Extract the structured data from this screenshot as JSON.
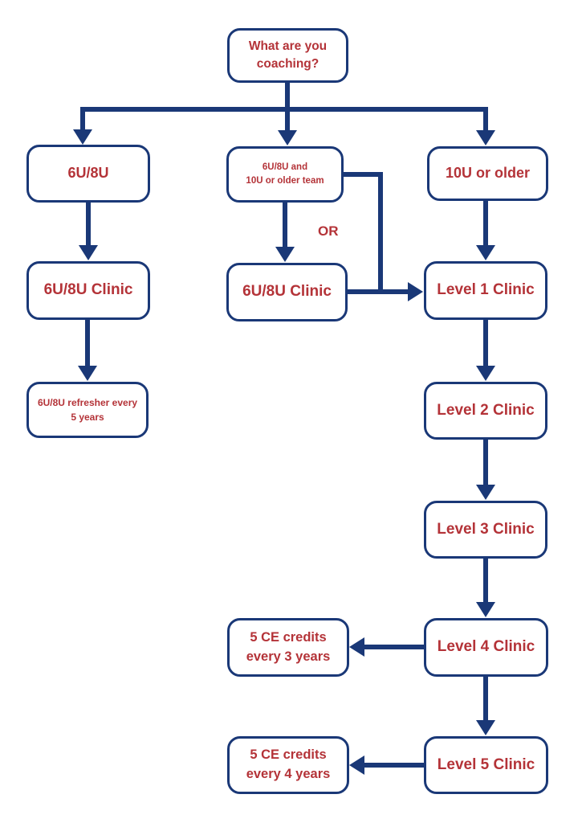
{
  "colors": {
    "navy": "#1a3877",
    "red": "#b43338",
    "background": "#ffffff"
  },
  "nodes": {
    "question": {
      "label": "What are you coaching?"
    },
    "age_6u8u": {
      "label": "6U/8U"
    },
    "age_combo": {
      "lines": [
        "6U/8U  and",
        "10U or older team"
      ]
    },
    "age_10u": {
      "label": "10U or older"
    },
    "clinic_6u8u_left": {
      "label": "6U/8U Clinic"
    },
    "clinic_6u8u_mid": {
      "label": "6U/8U Clinic"
    },
    "refresher": {
      "lines": [
        "6U/8U refresher every",
        "5 years"
      ]
    },
    "level1": {
      "label": "Level 1 Clinic"
    },
    "level2": {
      "label": "Level 2 Clinic"
    },
    "level3": {
      "label": "Level 3 Clinic"
    },
    "level4": {
      "label": "Level 4 Clinic"
    },
    "level5": {
      "label": "Level 5 Clinic"
    },
    "ce_3yr": {
      "lines": [
        "5 CE credits",
        "every 3 years"
      ]
    },
    "ce_4yr": {
      "lines": [
        "5 CE credits",
        "every 4 years"
      ]
    }
  },
  "labels": {
    "or": "OR"
  }
}
